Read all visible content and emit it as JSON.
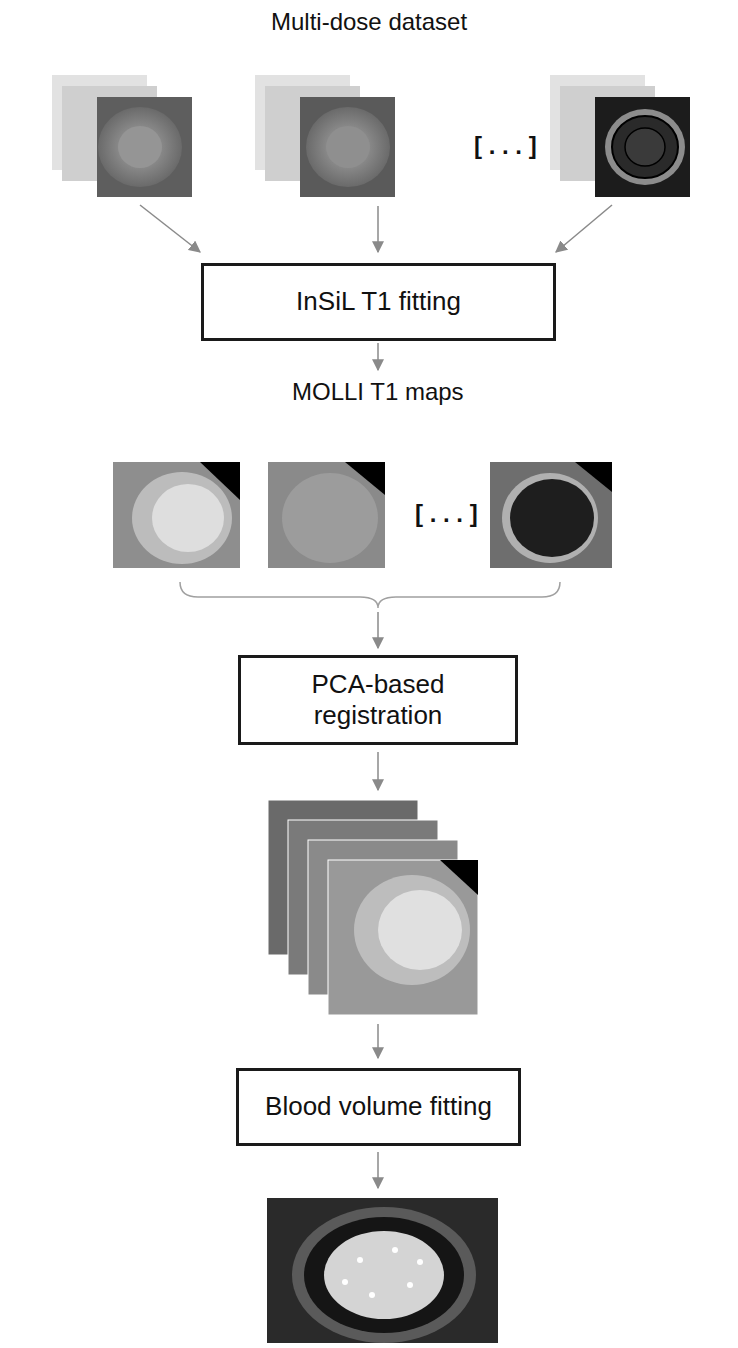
{
  "diagram": {
    "nodes": [
      {
        "text": [
          "InSiL T1 fitting"
        ]
      },
      {
        "text": [
          "PCA-based registration"
        ]
      },
      {
        "text": [
          "Blood volume fitting"
        ]
      }
    ],
    "labels": [
      "Multi-dose dataset",
      "[ . . . ]",
      "MOLLI T1 maps",
      "[ . . . ]"
    ]
  }
}
